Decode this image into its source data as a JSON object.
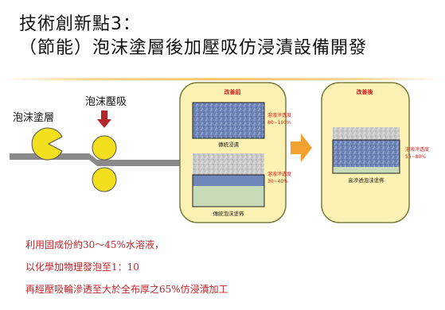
{
  "title": {
    "line1": "技術創新點3：",
    "line2": "（節能）泡沫塗層後加壓吸仿浸漬設備開發"
  },
  "labels": {
    "foam_coating": "泡沫塗層",
    "foam_pressure": "泡沫壓吸"
  },
  "before_panel": {
    "header": "改善前",
    "top_box_label": "傳統浸漬",
    "top_note_line1": "溶液滲透度",
    "top_note_line2": "80~100%",
    "bottom_box_label": "傳統泡沫塗佈",
    "bottom_note_line1": "溶液滲透度",
    "bottom_note_line2": "30~40%"
  },
  "after_panel": {
    "header": "改善後",
    "box_label": "高滲透泡沫塗佈",
    "note_line1": "溶液滲透度",
    "note_line2": "55~80%"
  },
  "notes": [
    "利用固成份約30～45%水溶液，",
    "以化學加物理發泡至1：10",
    "再經壓吸輪滲透至大於全布厚之65%仿浸漬加工"
  ],
  "colors": {
    "panel_fill": "#fdf2b3",
    "panel_stroke": "#7b7e3a",
    "roller": "#f2df1e",
    "fabric": "#8a8a8a",
    "arrow": "#f3a230",
    "note_text": "#c0262a",
    "down_arrow": "#b3262a"
  }
}
